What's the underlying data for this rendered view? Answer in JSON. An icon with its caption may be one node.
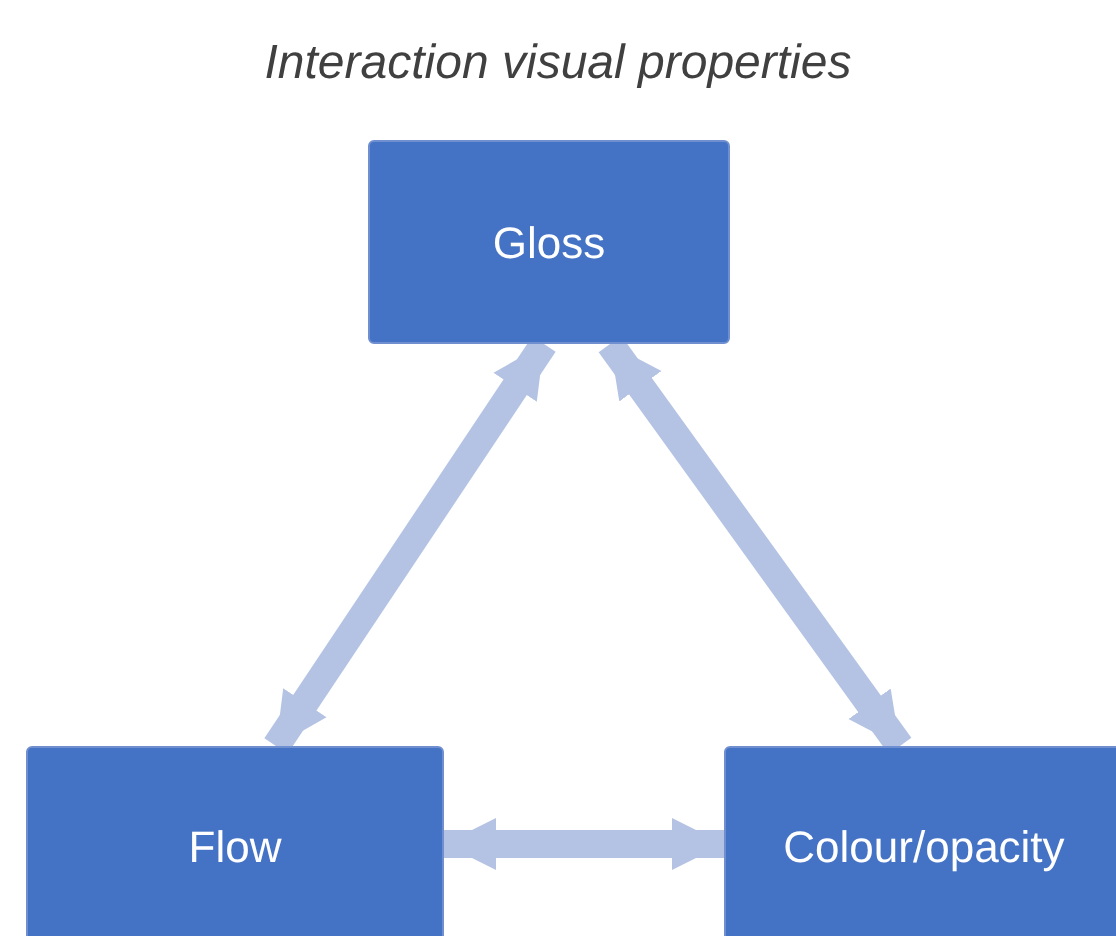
{
  "diagram": {
    "title": "Interaction visual properties",
    "nodes": [
      {
        "text": [
          "Gloss"
        ]
      },
      {
        "text": [
          "Flow"
        ]
      },
      {
        "text": [
          "Colour/opacity"
        ]
      }
    ],
    "edges": [
      {
        "from": 1,
        "to": 0,
        "arrow": "both"
      },
      {
        "from": 0,
        "to": 2,
        "arrow": "both"
      },
      {
        "from": 1,
        "to": 2,
        "arrow": "both"
      }
    ]
  }
}
